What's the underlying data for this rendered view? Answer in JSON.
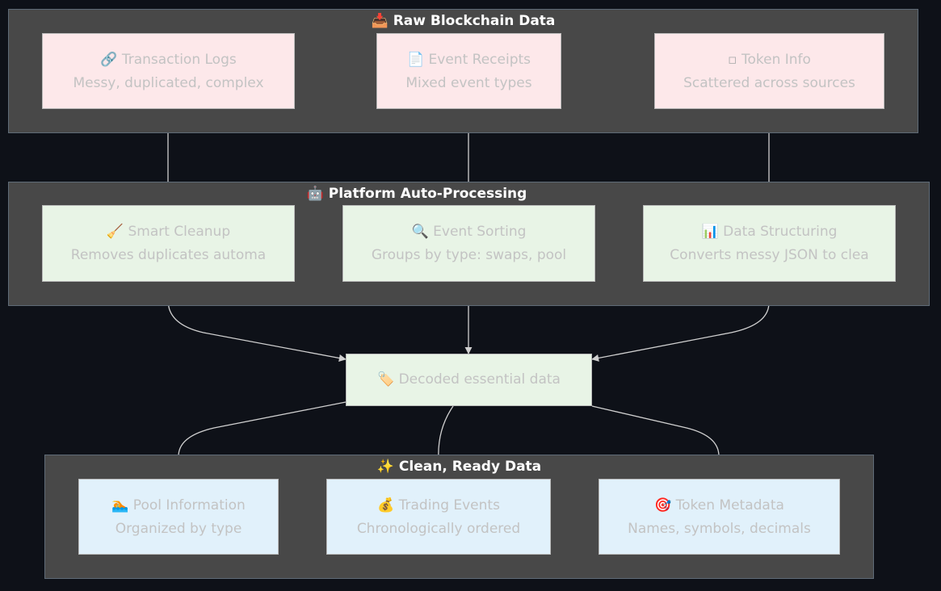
{
  "groups": {
    "raw": {
      "icon": "📥",
      "title": "Raw Blockchain Data"
    },
    "processing": {
      "icon": "🤖",
      "title": "Platform Auto-Processing"
    },
    "ready": {
      "icon": "✨",
      "title": "Clean, Ready Data"
    }
  },
  "nodes": {
    "transaction_logs": {
      "icon": "🔗",
      "title": "Transaction Logs",
      "subtitle": "Messy, duplicated, complex"
    },
    "event_receipts": {
      "icon": "📄",
      "title": "Event Receipts",
      "subtitle": "Mixed event types"
    },
    "token_info": {
      "icon": "▫",
      "title": "Token Info",
      "subtitle": "Scattered across sources"
    },
    "smart_cleanup": {
      "icon": "🧹",
      "title": "Smart Cleanup",
      "subtitle": "Removes duplicates automa"
    },
    "event_sorting": {
      "icon": "🔍",
      "title": "Event Sorting",
      "subtitle": "Groups by type: swaps, pool"
    },
    "data_structuring": {
      "icon": "📊",
      "title": "Data Structuring",
      "subtitle": "Converts messy JSON to clea"
    },
    "decoded": {
      "icon": "🏷️",
      "title": "Decoded essential data"
    },
    "pool_information": {
      "icon": "🏊",
      "title": "Pool Information",
      "subtitle": "Organized by type"
    },
    "trading_events": {
      "icon": "💰",
      "title": "Trading Events",
      "subtitle": "Chronologically ordered"
    },
    "token_metadata": {
      "icon": "🎯",
      "title": "Token Metadata",
      "subtitle": "Names, symbols, decimals"
    }
  },
  "colors": {
    "background": "#0e1118",
    "group_fill": "#484848",
    "raw_node": "#fde8ea",
    "processing_node": "#e8f4e6",
    "ready_node": "#e1f1fb",
    "edge": "#d0d0d0",
    "node_text": "#c3c3c3"
  }
}
